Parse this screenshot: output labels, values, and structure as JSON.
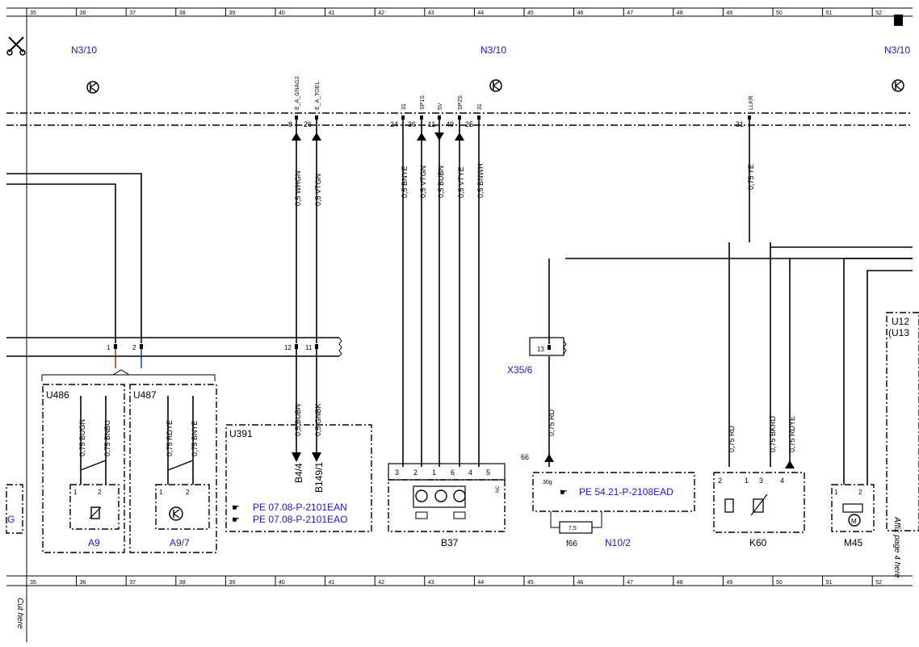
{
  "ruler": [
    "35",
    "36",
    "37",
    "38",
    "39",
    "40",
    "41",
    "42",
    "43",
    "44",
    "45",
    "46",
    "47",
    "48",
    "49",
    "50",
    "51",
    "52"
  ],
  "side": {
    "cut_here": "Cut here",
    "affix": "Affix page 4 here"
  },
  "modules": {
    "n3_10_left": "N3/10",
    "n3_10_mid": "N3/10",
    "n3_10_right": "N3/10"
  },
  "signals": {
    "e_a_gnag2": "E_A_GNAG2",
    "e_a_toel": "E_A_TOEL",
    "s31a": "31",
    "sp1s": "SP1S",
    "s5v": "5V",
    "sp2s": "SP2S",
    "s31b": "31",
    "llkr": "LLKR"
  },
  "pins": {
    "p8": "8",
    "p26": "26",
    "p24": "24",
    "p36": "36",
    "p11": "11",
    "p49": "49",
    "p25": "25",
    "p31": "31"
  },
  "wires": {
    "w_whgn": "0,5 WHGN",
    "w_vtgn": "0,5 VTGN",
    "w_bnye": "0,5 BNYE",
    "w_vtgn2": "0,5 VTGN",
    "w_bubn": "0,5 BUBN",
    "w_vtye": "0,5 VTYE",
    "w_bnwh": "0,5 BNWH",
    "w_ye": "0,75 YE",
    "w_bubn2": "0,5 BUBN",
    "w_gnbk": "0,5 GNBK",
    "w_bugn": "0,75 BUGN",
    "w_bnbu": "0,75 BNBU",
    "w_rdye": "0,75 RDYE",
    "w_bnye2": "0,75 BNYE",
    "w_rd1": "0,75 RD",
    "w_rd2": "0,75 RD",
    "w_bkrd": "0,75 BKRD",
    "w_rdye2": "0,75 RDYE"
  },
  "connector_pins": {
    "c1": "1",
    "c2": "2",
    "c12": "12",
    "c11": "11",
    "c13": "13"
  },
  "components": {
    "u486": "U486",
    "u487": "U487",
    "u391": "U391",
    "a9": "A9",
    "a9_7": "A9/7",
    "b4_4": "B4/4",
    "b149_1": "B149/1",
    "b37": "B37",
    "x35_6": "X35/6",
    "n10_2": "N10/2",
    "f66": "f66",
    "k60": "K60",
    "m45": "M45",
    "u12": "U12",
    "u13": "(U13"
  },
  "refs": {
    "pe_ean": "PE 07.08-P-2101EAN",
    "pe_eao": "PE 07.08-P-2101EAO",
    "pe_ead": "PE 54.21-P-2108EAD"
  },
  "misc": {
    "nc": "NC",
    "p66": "66",
    "p30g": "30g",
    "fuse": "7,5",
    "g": "G",
    "b37_pins": [
      "3",
      "2",
      "1",
      "6",
      "4",
      "5"
    ],
    "k60_pins": [
      "2",
      "1",
      "3",
      "4"
    ],
    "m45_pins": [
      "1",
      "2"
    ],
    "a9_pins": [
      "1",
      "2"
    ],
    "a97_pins": [
      "1",
      "2"
    ]
  }
}
